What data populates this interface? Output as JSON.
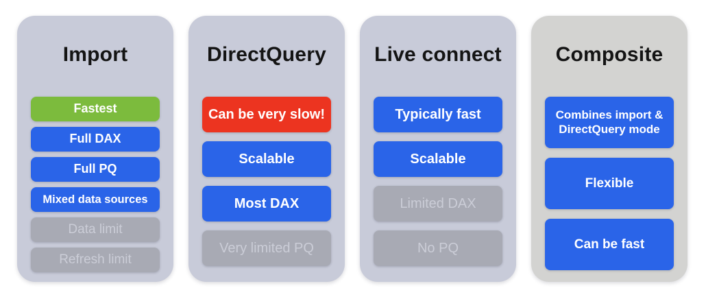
{
  "colors": {
    "page-bg": "#ffffff",
    "card-lavender": "#c8cbd9",
    "card-neutral": "#d3d3d1",
    "badge-green": "#7cbb3d",
    "badge-blue": "#2a64e8",
    "badge-red": "#ec3420",
    "badge-muted": "#a8aab4",
    "badge-text": "#ffffff",
    "muted-text": "#cbcdd7",
    "title-text": "#141414"
  },
  "columns": [
    {
      "title": "Import",
      "theme": "lavender",
      "badges": [
        {
          "label": "Fastest",
          "type": "green"
        },
        {
          "label": "Full DAX",
          "type": "blue"
        },
        {
          "label": "Full PQ",
          "type": "blue"
        },
        {
          "label": "Mixed data sources",
          "type": "blue"
        },
        {
          "label": "Data limit",
          "type": "muted"
        },
        {
          "label": "Refresh limit",
          "type": "muted"
        }
      ]
    },
    {
      "title": "DirectQuery",
      "theme": "lavender",
      "badges": [
        {
          "label": "Can be very slow!",
          "type": "red"
        },
        {
          "label": "Scalable",
          "type": "blue"
        },
        {
          "label": "Most DAX",
          "type": "blue"
        },
        {
          "label": "Very limited PQ",
          "type": "muted"
        }
      ]
    },
    {
      "title": "Live connect",
      "theme": "lavender",
      "badges": [
        {
          "label": "Typically fast",
          "type": "blue"
        },
        {
          "label": "Scalable",
          "type": "blue"
        },
        {
          "label": "Limited DAX",
          "type": "muted"
        },
        {
          "label": "No PQ",
          "type": "muted"
        }
      ]
    },
    {
      "title": "Composite",
      "theme": "neutral",
      "badges": [
        {
          "label": "Combines import & DirectQuery mode",
          "type": "blue"
        },
        {
          "label": "Flexible",
          "type": "blue"
        },
        {
          "label": "Can be fast",
          "type": "blue"
        }
      ]
    }
  ]
}
